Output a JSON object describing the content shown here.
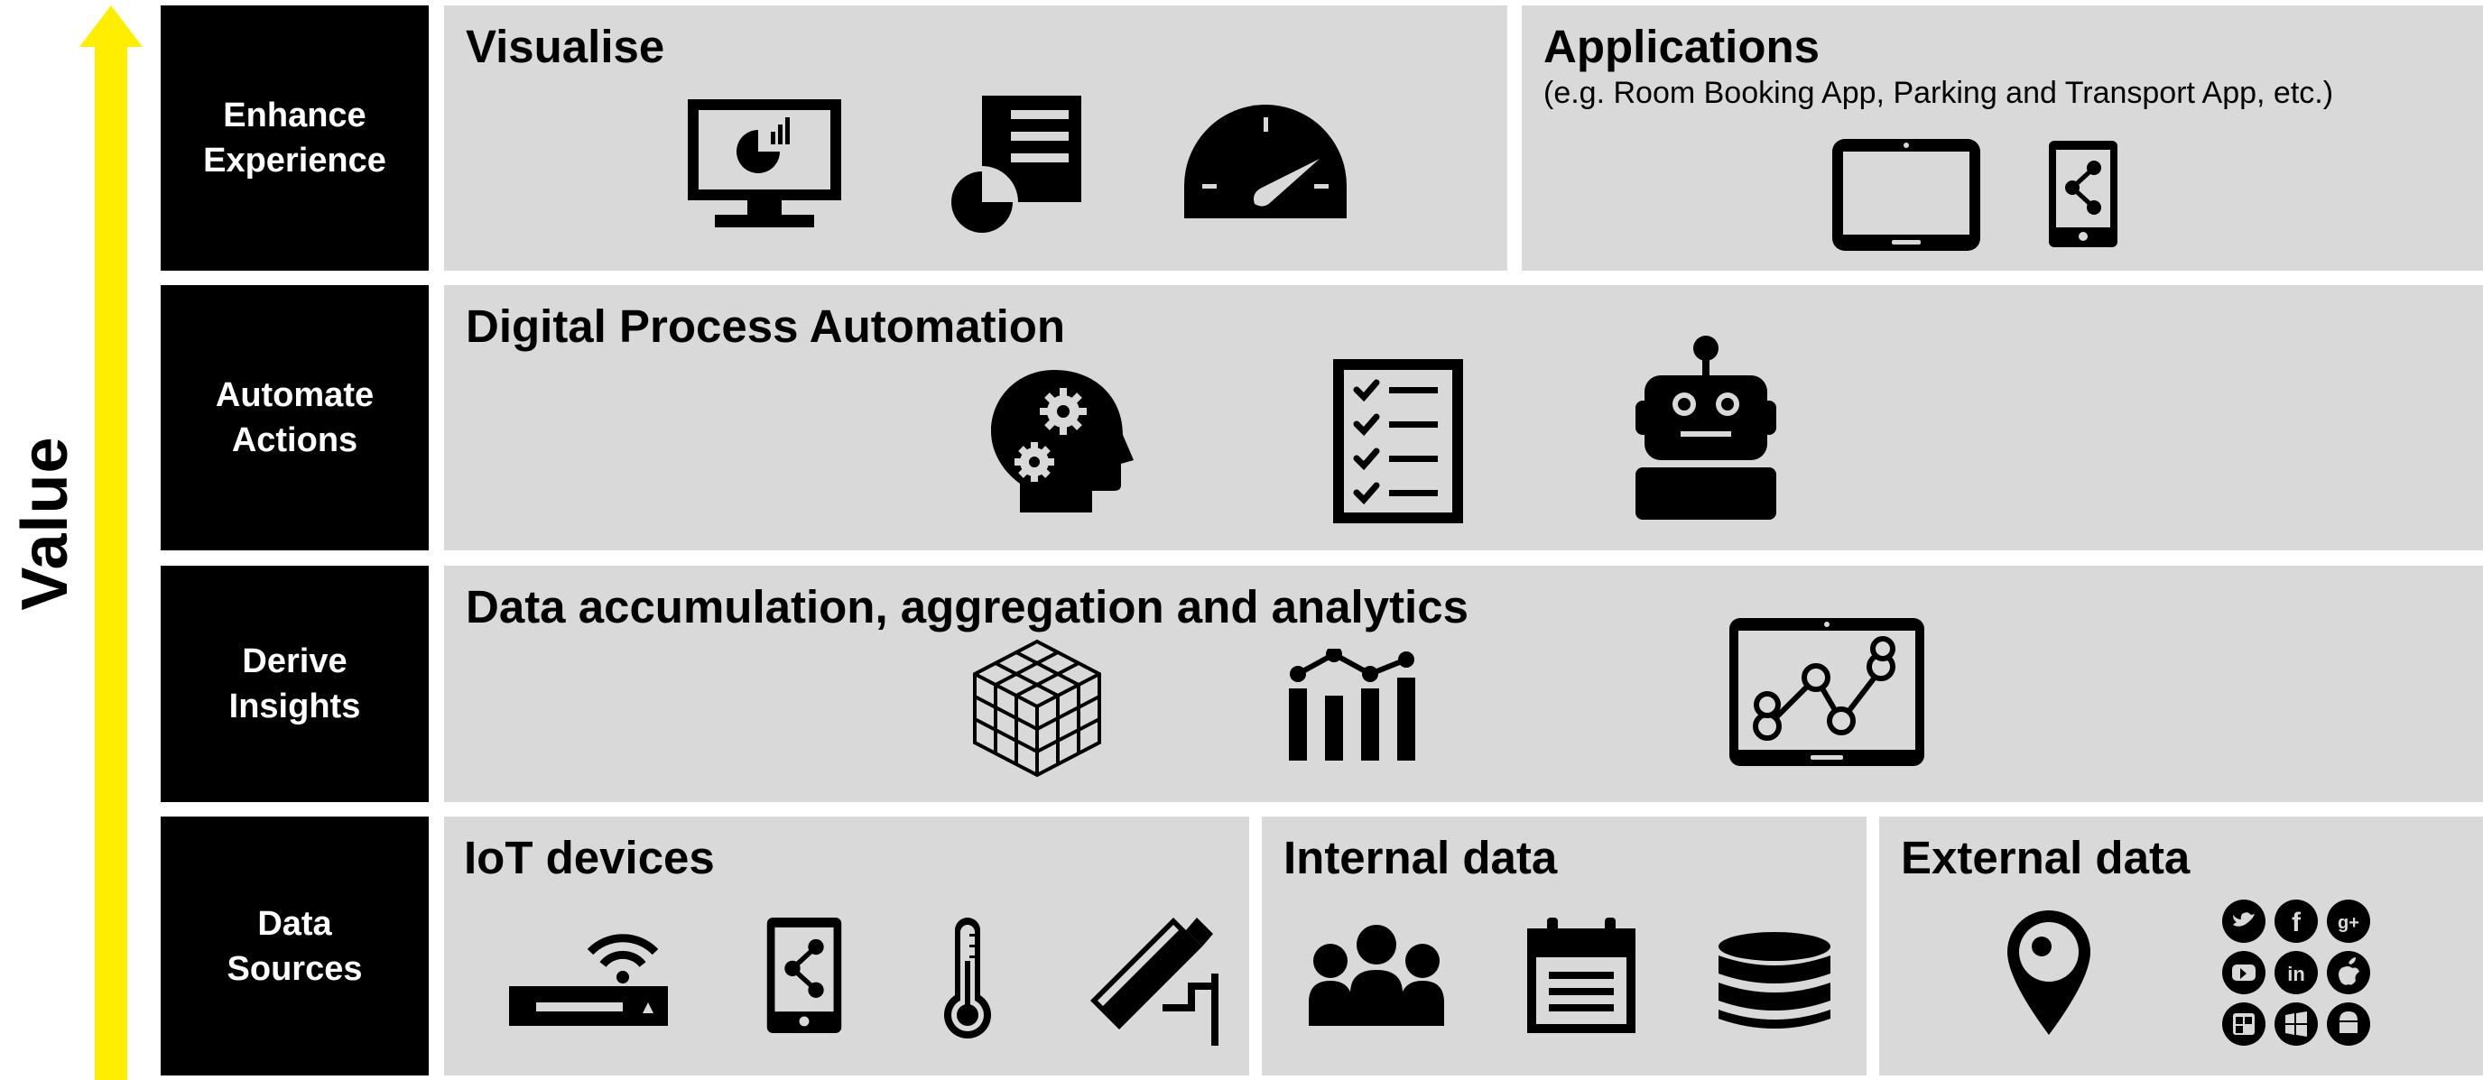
{
  "axis": {
    "label": "Value",
    "arrow_color": "#ffee00"
  },
  "rows": [
    {
      "id": "enhance",
      "label_line1": "Enhance",
      "label_line2": "Experience"
    },
    {
      "id": "automate",
      "label_line1": "Automate",
      "label_line2": "Actions"
    },
    {
      "id": "derive",
      "label_line1": "Derive",
      "label_line2": "Insights"
    },
    {
      "id": "sources",
      "label_line1": "Data",
      "label_line2": "Sources"
    }
  ],
  "panels": {
    "visualise": {
      "title": "Visualise",
      "icons": [
        "monitor-chart-icon",
        "report-pie-icon",
        "speedometer-icon"
      ]
    },
    "applications": {
      "title": "Applications",
      "subtitle": "(e.g. Room Booking App, Parking and Transport App, etc.)",
      "icons": [
        "tablet-icon",
        "mobile-share-icon"
      ]
    },
    "automation": {
      "title": "Digital Process Automation",
      "icons": [
        "head-gears-icon",
        "checklist-icon",
        "robot-icon"
      ]
    },
    "analytics": {
      "title": "Data accumulation, aggregation and analytics",
      "icons": [
        "data-cube-icon",
        "bar-line-chart-icon",
        "tablet-line-chart-icon"
      ]
    },
    "iot": {
      "title": "IoT devices",
      "icons": [
        "wifi-router-icon",
        "mobile-share-icon",
        "thermometer-icon",
        "cctv-camera-icon"
      ]
    },
    "internal": {
      "title": "Internal data",
      "icons": [
        "people-group-icon",
        "calendar-icon",
        "database-icon"
      ]
    },
    "external": {
      "title": "External data",
      "icons": [
        "map-pin-icon",
        "social-media-icons"
      ]
    }
  },
  "colors": {
    "panel_bg": "#d9d9d9",
    "label_bg": "#000000",
    "label_text": "#ffffff",
    "arrow": "#ffee00"
  }
}
